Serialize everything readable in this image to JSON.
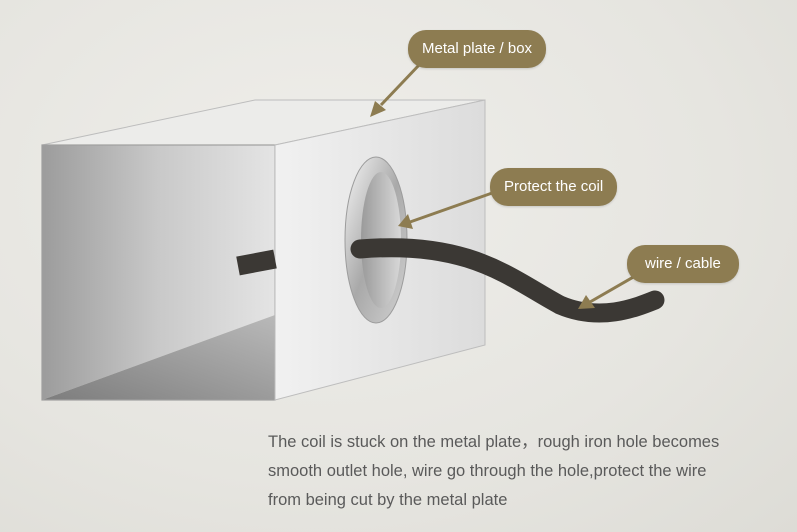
{
  "callouts": {
    "box": "Metal plate / box",
    "coil": "Protect the coil",
    "wire": "wire / cable"
  },
  "caption": {
    "line1": "The coil is stuck on the metal plate，rough iron hole becomes",
    "line2": "smooth outlet hole, wire go through the hole,protect the wire",
    "line3": "from being cut by the metal plate"
  },
  "colors": {
    "callout_fill": "#8d7c51",
    "callout_text": "#ffffff",
    "caption_text": "#5a5a5a",
    "wire": "#3b3834",
    "background": "#e9e8e4"
  }
}
